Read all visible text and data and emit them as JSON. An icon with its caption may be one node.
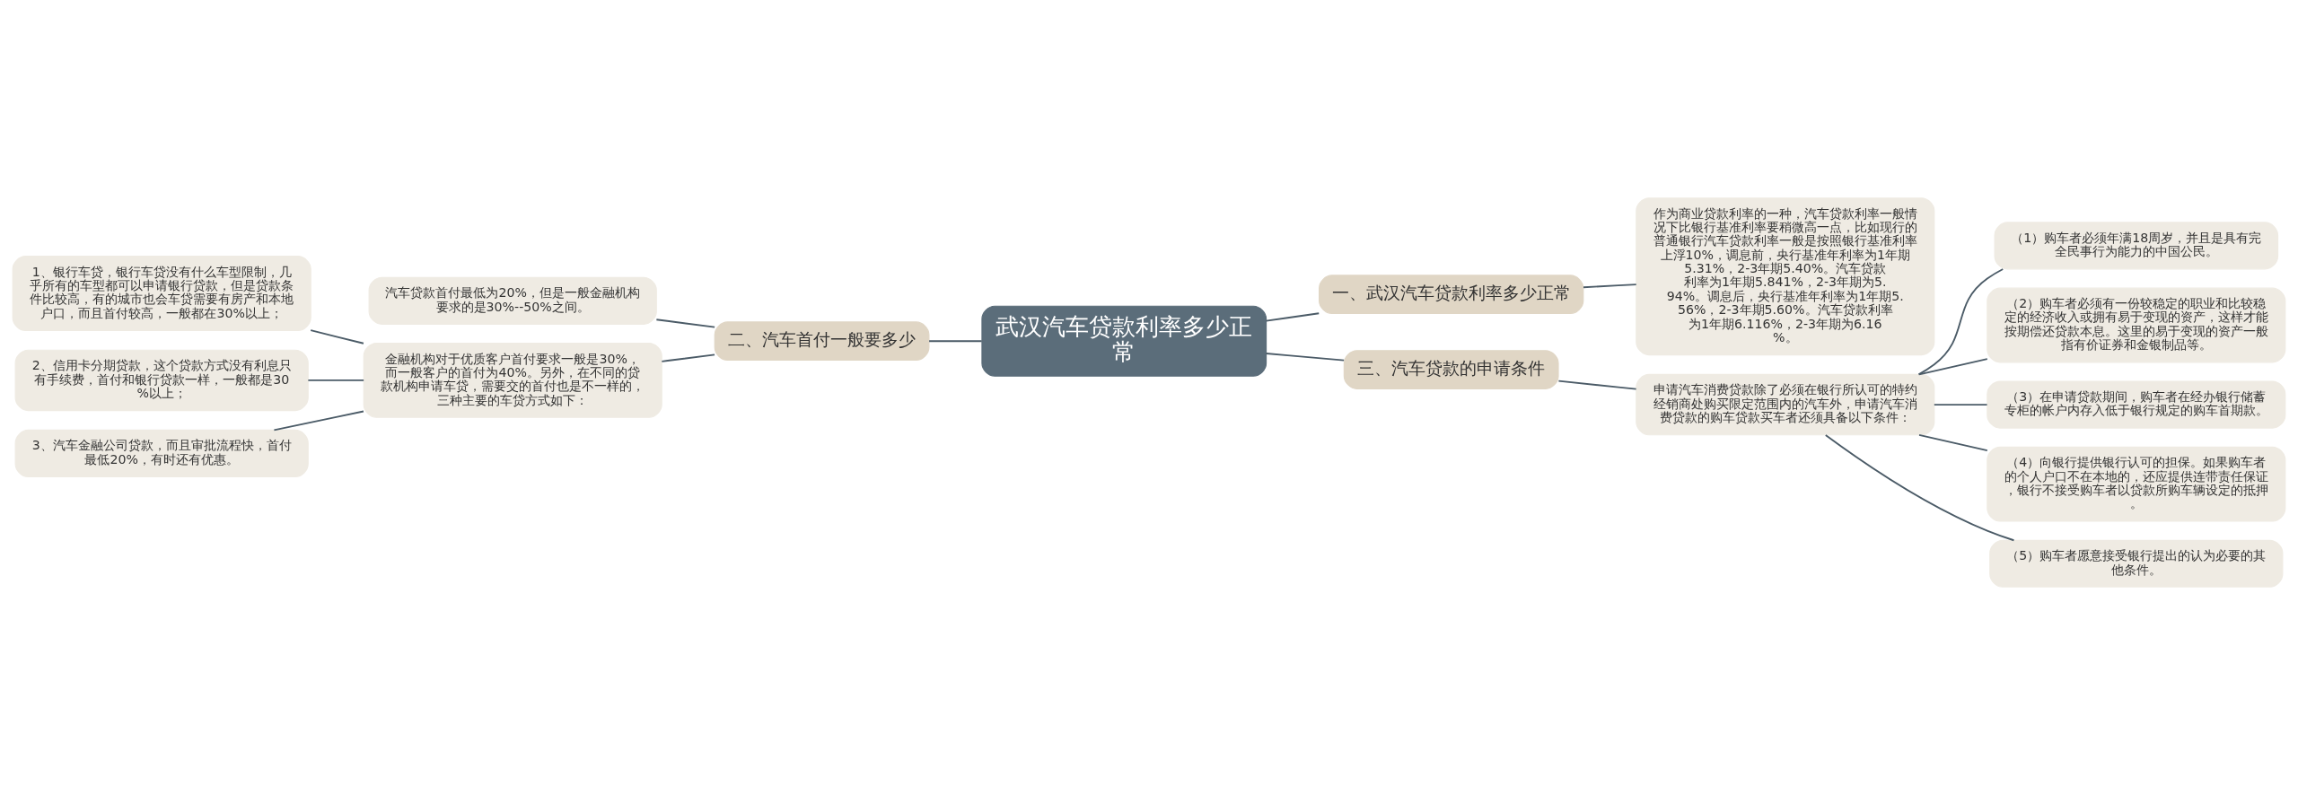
{
  "diagram": {
    "nodes": [
      {
        "text": [
          "武汉汽车贷款利率多少正常"
        ]
      },
      {
        "text": [
          "一、武汉汽车贷款利率多少正常"
        ]
      },
      {
        "text": [
          "作为商业贷款利率的一种，汽车贷款利率一般情况下比银行基准利率要稍微高一点，比如现行的普通银行汽车贷款利率一般是按照银行基准利率上浮10%，调息前，央行基准年利率为1年期5.31%，2-3年期5.40%。汽车贷款利率为1年期5.841%，2-3年期为5.94%。调息后，央行基准年利率为1年期5.56%，2-3年期5.60%。汽车贷款利率为1年期6.116%，2-3年期为6.16%。"
        ]
      },
      {
        "text": [
          "二、汽车首付一般要多少"
        ]
      },
      {
        "text": [
          "汽车贷款首付最低为20%，但是一般金融机构要求的是30%--50%之间。"
        ]
      },
      {
        "text": [
          "金融机构对于优质客户首付要求一般是30%，而一般客户的首付为40%。另外，在不同的贷款机构申请车贷，需要交的首付也是不一样的，三种主要的车贷方式如下："
        ]
      },
      {
        "text": [
          "1、银行车贷，银行车贷没有什么车型限制，几乎所有的车型都可以申请银行贷款，但是贷款条件比较高，有的城市也会车贷需要有房产和本地户口，而且首付较高，一般都在30%以上；"
        ]
      },
      {
        "text": [
          "2、信用卡分期贷款，这个贷款方式没有利息只有手续费，首付和银行贷款一样，一般都是30%以上；"
        ]
      },
      {
        "text": [
          "3、汽车金融公司贷款，而且审批流程快，首付最低20%，有时还有优惠。"
        ]
      },
      {
        "text": [
          "三、汽车贷款的申请条件"
        ]
      },
      {
        "text": [
          "申请汽车消费贷款除了必须在银行所认可的特约经销商处购买限定范围内的汽车外，申请汽车消费贷款的购车贷款买车者还须具备以下条件："
        ]
      },
      {
        "text": [
          "（1）购车者必须年满18周岁，并且是具有完全民事行为能力的中国公民。"
        ]
      },
      {
        "text": [
          "（2）购车者必须有一份较稳定的职业和比较稳定的经济收入或拥有易于变现的资产，这样才能按期偿还贷款本息。这里的易于变现的资产一般指有价证券和金银制品等。"
        ]
      },
      {
        "text": [
          "（3）在申请贷款期间，购车者在经办银行储蓄专柜的帐户内存入低于银行规定的购车首期款。"
        ]
      },
      {
        "text": [
          "（4）向银行提供银行认可的担保。如果购车者的个人户口不在本地的，还应提供连带责任保证，银行不接受购车者以贷款所购车辆设定的抵押。"
        ]
      },
      {
        "text": [
          "（5）购车者愿意接受银行提出的认为必要的其他条件。"
        ]
      }
    ],
    "edges": [
      {
        "from": 0,
        "to": 1,
        "arrow": "none"
      },
      {
        "from": 1,
        "to": 2,
        "arrow": "none"
      },
      {
        "from": 0,
        "to": 3,
        "arrow": "none"
      },
      {
        "from": 3,
        "to": 4,
        "arrow": "none"
      },
      {
        "from": 3,
        "to": 5,
        "arrow": "none"
      },
      {
        "from": 5,
        "to": 6,
        "arrow": "none"
      },
      {
        "from": 5,
        "to": 7,
        "arrow": "none"
      },
      {
        "from": 5,
        "to": 8,
        "arrow": "none"
      },
      {
        "from": 0,
        "to": 9,
        "arrow": "none"
      },
      {
        "from": 9,
        "to": 10,
        "arrow": "none"
      },
      {
        "from": 10,
        "to": 11,
        "arrow": "none"
      },
      {
        "from": 10,
        "to": 12,
        "arrow": "none"
      },
      {
        "from": 10,
        "to": 13,
        "arrow": "none"
      },
      {
        "from": 10,
        "to": 14,
        "arrow": "none"
      },
      {
        "from": 10,
        "to": 15,
        "arrow": "none"
      }
    ]
  }
}
